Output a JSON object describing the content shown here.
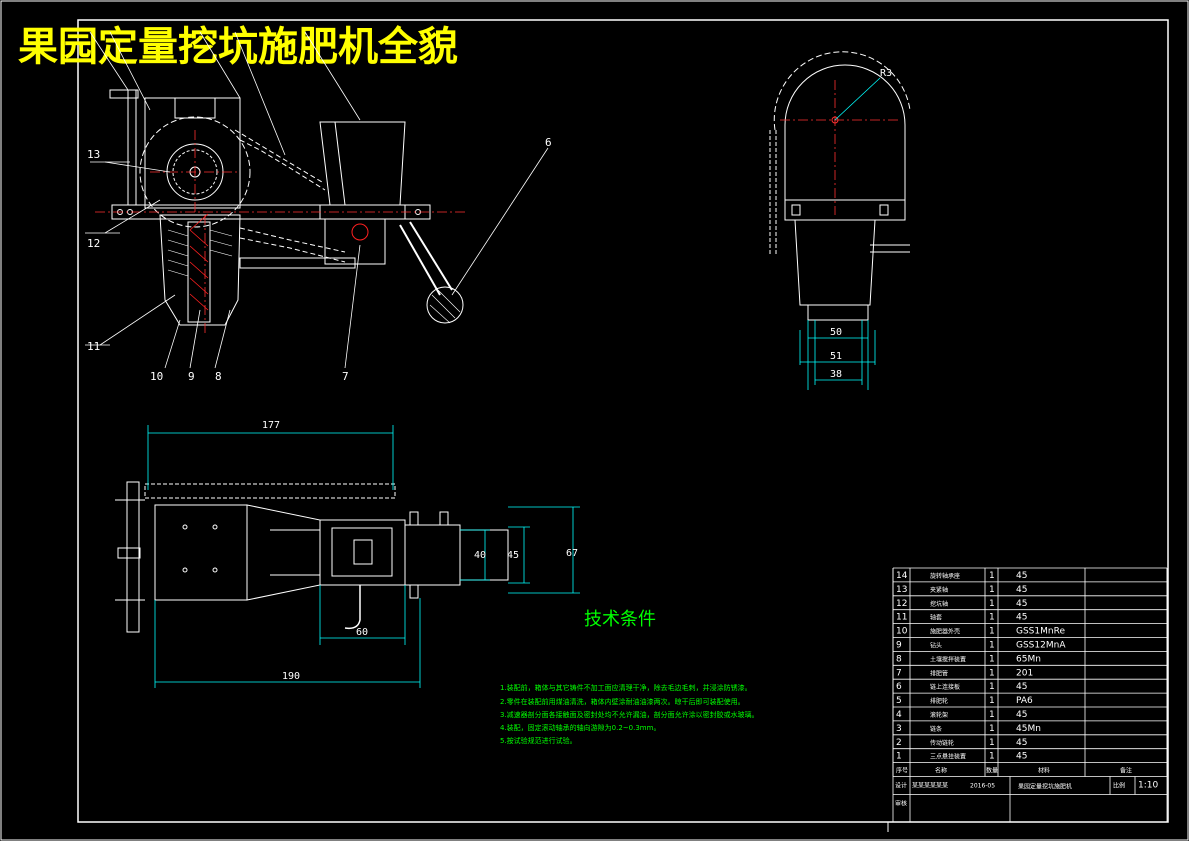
{
  "title": "果园定量挖坑施肥机全貌",
  "labels": {
    "callouts": [
      "13",
      "12",
      "11",
      "10",
      "9",
      "8",
      "7",
      "6"
    ],
    "radius": "R3"
  },
  "dimensions": {
    "side_top": [
      "50",
      "51",
      "38"
    ],
    "plan": [
      "177",
      "40",
      "45",
      "67",
      "60",
      "190"
    ]
  },
  "tech": {
    "heading": "技术条件",
    "items": [
      "1.装配前，箱体与其它铸件不加工面应清理干净，除去毛边毛刺，并浸涂防锈漆。",
      "2.零件在装配前用煤油清洗，箱体内壁涂耐油油漆两次。晾干后即可装配使用。",
      "3.减速器剖分面各接触面及密封处均不允许漏油，剖分面允许涂以密封胶或水玻璃。",
      "4.装配，固定滚动轴承的轴向游隙为0.2~0.3mm。",
      "5.按试验规范进行试验。"
    ]
  },
  "bom": {
    "rows": [
      {
        "no": "14",
        "name": "旋转轴承座",
        "qty": "1",
        "mat": "45"
      },
      {
        "no": "13",
        "name": "夹紧轴",
        "qty": "1",
        "mat": "45"
      },
      {
        "no": "12",
        "name": "挖坑轴",
        "qty": "1",
        "mat": "45"
      },
      {
        "no": "11",
        "name": "轴套",
        "qty": "1",
        "mat": "45"
      },
      {
        "no": "10",
        "name": "施肥器外壳",
        "qty": "1",
        "mat": "GSS1MnRe"
      },
      {
        "no": "9",
        "name": "钻头",
        "qty": "1",
        "mat": "GSS12MnA"
      },
      {
        "no": "8",
        "name": "土壤搅拌装置",
        "qty": "1",
        "mat": "65Mn"
      },
      {
        "no": "7",
        "name": "排肥管",
        "qty": "1",
        "mat": "201"
      },
      {
        "no": "6",
        "name": "链上连接板",
        "qty": "1",
        "mat": "45"
      },
      {
        "no": "5",
        "name": "排肥轮",
        "qty": "1",
        "mat": "PA6"
      },
      {
        "no": "4",
        "name": "滚轮架",
        "qty": "1",
        "mat": "45"
      },
      {
        "no": "3",
        "name": "链条",
        "qty": "1",
        "mat": "45Mn"
      },
      {
        "no": "2",
        "name": "传动链轮",
        "qty": "1",
        "mat": "45"
      },
      {
        "no": "1",
        "name": "三点悬挂装置",
        "qty": "1",
        "mat": "45"
      }
    ],
    "header": {
      "no": "序号",
      "name": "名称",
      "qty": "数量",
      "mat": "材料",
      "note": "备注"
    },
    "designer_label": "设计",
    "check_label": "审核",
    "designer_name": "某某某某某某",
    "date": "2016-05",
    "drawing_name": "果园定量挖坑施肥机",
    "scale_label": "比例",
    "scale": "1:10"
  },
  "colors": {
    "background": "#000000",
    "lines": "#ffffff",
    "center_lines": "#ff0000",
    "dimensions": "#00ffff",
    "title": "#ffff00",
    "tech_text": "#00ff00",
    "hatch": "#ff0000"
  }
}
